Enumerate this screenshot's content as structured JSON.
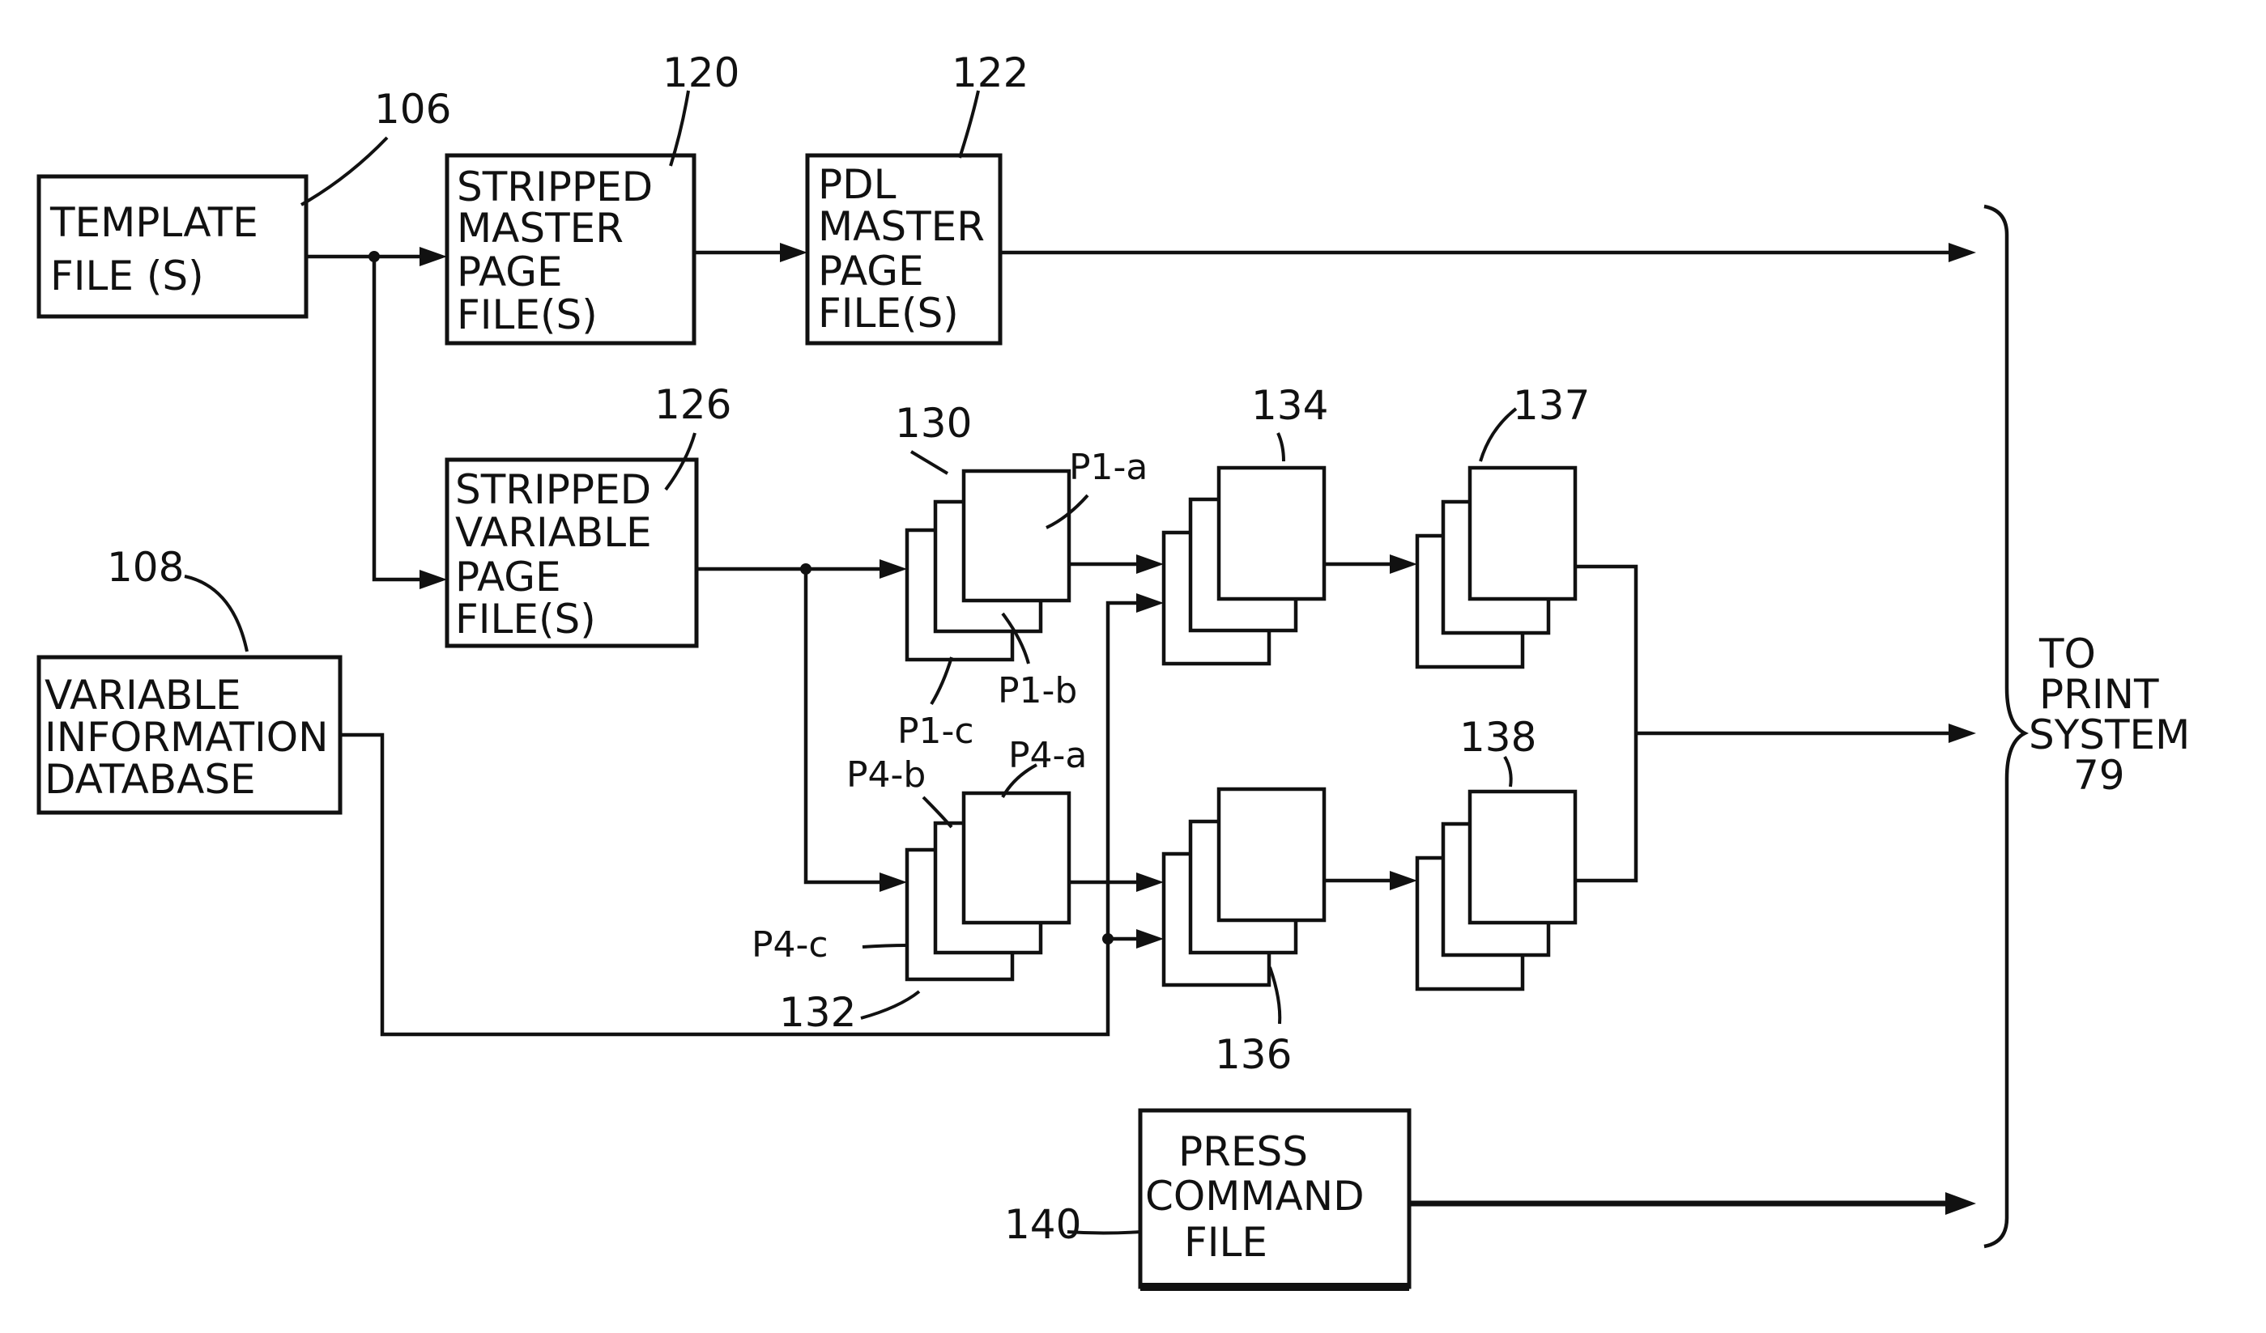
{
  "boxes": {
    "template_file": [
      "TEMPLATE",
      "FILE (S)"
    ],
    "stripped_master": [
      "STRIPPED",
      "MASTER",
      "PAGE",
      "FILE(S)"
    ],
    "pdl_master": [
      "PDL",
      "MASTER",
      "PAGE",
      "FILE(S)"
    ],
    "stripped_variable": [
      "STRIPPED",
      "VARIABLE",
      "PAGE",
      "FILE(S)"
    ],
    "variable_db": [
      "VARIABLE",
      "INFORMATION",
      "DATABASE"
    ],
    "press_command": [
      "PRESS",
      "COMMAND",
      "FILE"
    ]
  },
  "refs": {
    "r106": "106",
    "r120": "120",
    "r122": "122",
    "r126": "126",
    "r108": "108",
    "r130": "130",
    "r134": "134",
    "r137": "137",
    "r138": "138",
    "r132": "132",
    "r136": "136",
    "r140": "140"
  },
  "page_labels": {
    "p1a": "P1-a",
    "p1b": "P1-b",
    "p1c": "P1-c",
    "p4a": "P4-a",
    "p4b": "P4-b",
    "p4c": "P4-c"
  },
  "output": [
    "TO",
    "PRINT",
    "SYSTEM",
    "79"
  ]
}
